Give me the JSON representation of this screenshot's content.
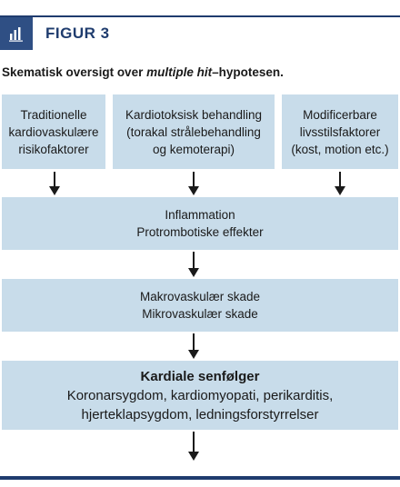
{
  "figure": {
    "label": "FIGUR 3",
    "caption_prefix": "Skematisk oversigt over ",
    "caption_italic": "multiple hit",
    "caption_suffix": "–hypotesen."
  },
  "boxes": {
    "top_left": [
      "Traditionelle",
      "kardiovaskulære",
      "risikofaktorer"
    ],
    "top_middle": [
      "Kardiotoksisk behandling",
      "(torakal strålebehandling",
      "og kemoterapi)"
    ],
    "top_right": [
      "Modificerbare",
      "livsstilsfaktorer",
      "(kost, motion etc.)"
    ],
    "inflammation": [
      "Inflammation",
      "Protrombotiske effekter"
    ],
    "vascular": [
      "Makrovaskulær skade",
      "Mikrovaskulær skade"
    ],
    "outcome": {
      "heading": "Kardiale senfølger",
      "lines": [
        "Koronarsygdom, kardiomyopati, perikarditis,",
        "hjerteklapsygdom, ledningsforstyrrelser"
      ]
    }
  },
  "icons": {
    "badge": "bar-chart-icon"
  },
  "colors": {
    "accent": "#1f3c6e",
    "box_fill": "#c8dcea",
    "badge": "#2f4f84"
  }
}
